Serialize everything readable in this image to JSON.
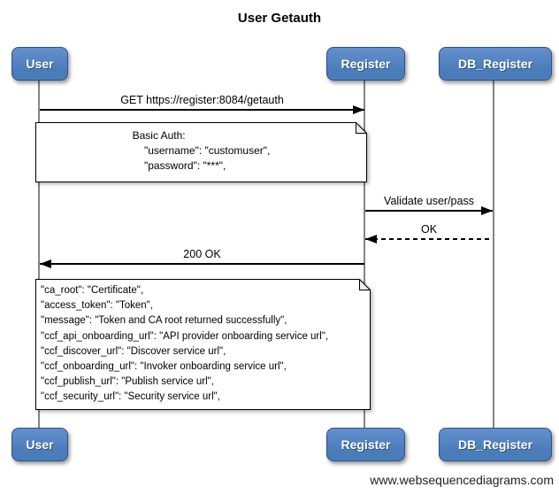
{
  "diagram": {
    "title": "User Getauth",
    "watermark": "www.websequencediagrams.com",
    "actors": [
      {
        "name": "User"
      },
      {
        "name": "Register"
      },
      {
        "name": "DB_Register"
      }
    ],
    "messages": [
      {
        "label": "GET https://register:8084/getauth",
        "from": "User",
        "to": "Register",
        "line": "solid"
      },
      {
        "label": "Validate user/pass",
        "from": "Register",
        "to": "DB_Register",
        "line": "solid"
      },
      {
        "label": "OK",
        "from": "DB_Register",
        "to": "Register",
        "line": "dashed"
      },
      {
        "label": "200 OK",
        "from": "Register",
        "to": "User",
        "line": "solid"
      }
    ],
    "notes": [
      {
        "over": "User, Register",
        "text": "Basic Auth:\n    \"username\": \"customuser\",\n    \"password\": \"***\","
      },
      {
        "over": "User, Register",
        "text": "\"ca_root\": \"Certificate\",\n\"access_token\": \"Token\",\n\"message\": \"Token and CA root returned successfully\",\n\"ccf_api_onboarding_url\": \"API provider onboarding service url\",\n\"ccf_discover_url\": \"Discover service url\",\n\"ccf_onboarding_url\": \"Invoker onboarding service url\",\n\"ccf_publish_url\": \"Publish service url\",\n\"ccf_security_url\": \"Security service url\","
      }
    ],
    "colors": {
      "actor_fill": "#4b7cba",
      "actor_border": "#2d5188",
      "lifeline": "#858585",
      "message_line": "#000000",
      "note_bg": "#ffffff",
      "note_border": "#000000"
    }
  }
}
